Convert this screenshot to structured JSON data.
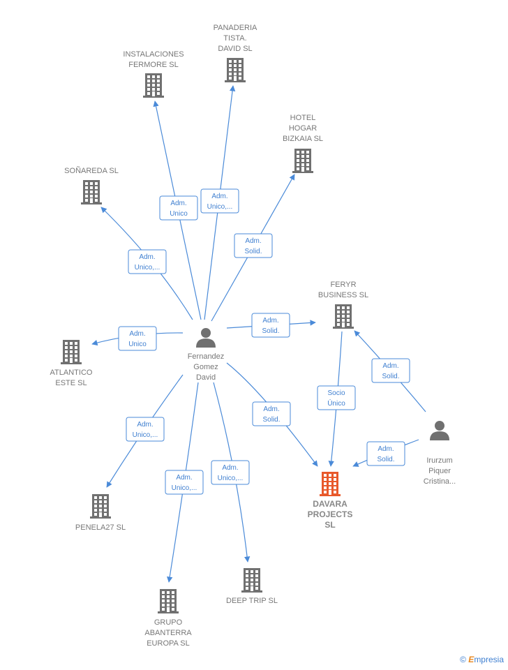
{
  "colors": {
    "edge": "#4a8ad8",
    "building": "#707070",
    "building_highlight": "#e8592b",
    "person": "#707070",
    "text": "#777777"
  },
  "nodes": [
    {
      "id": "fernandez",
      "kind": "person",
      "lines": [
        "Fernandez",
        "Gomez",
        "David"
      ]
    },
    {
      "id": "irurzum",
      "kind": "person",
      "lines": [
        "Irurzum",
        "Piquer",
        "Cristina..."
      ]
    },
    {
      "id": "instalaciones",
      "kind": "company",
      "lines": [
        "INSTALACIONES",
        "FERMORE SL"
      ]
    },
    {
      "id": "panaderia",
      "kind": "company",
      "lines": [
        "PANADERIA",
        "TISTA.",
        "DAVID SL"
      ]
    },
    {
      "id": "hotel",
      "kind": "company",
      "lines": [
        "HOTEL",
        "HOGAR",
        "BIZKAIA SL"
      ]
    },
    {
      "id": "sonareda",
      "kind": "company",
      "lines": [
        "SOÑAREDA  SL"
      ]
    },
    {
      "id": "feryr",
      "kind": "company",
      "lines": [
        "FERYR",
        "BUSINESS  SL"
      ]
    },
    {
      "id": "atlantico",
      "kind": "company",
      "lines": [
        "ATLANTICO",
        "ESTE  SL"
      ]
    },
    {
      "id": "davara",
      "kind": "company",
      "highlight": true,
      "lines": [
        "DAVARA",
        "PROJECTS",
        "SL"
      ]
    },
    {
      "id": "penela",
      "kind": "company",
      "lines": [
        "PENELA27  SL"
      ]
    },
    {
      "id": "deeptrip",
      "kind": "company",
      "lines": [
        "DEEP TRIP  SL"
      ]
    },
    {
      "id": "grupo",
      "kind": "company",
      "lines": [
        "GRUPO",
        "ABANTERRA",
        "EUROPA SL"
      ]
    }
  ],
  "edges": [
    {
      "from": "fernandez",
      "to": "instalaciones",
      "lines": [
        "Adm.",
        "Unico"
      ]
    },
    {
      "from": "fernandez",
      "to": "panaderia",
      "lines": [
        "Adm.",
        "Unico,..."
      ]
    },
    {
      "from": "fernandez",
      "to": "hotel",
      "lines": [
        "Adm.",
        "Solid."
      ]
    },
    {
      "from": "fernandez",
      "to": "sonareda",
      "lines": [
        "Adm.",
        "Unico,..."
      ]
    },
    {
      "from": "fernandez",
      "to": "feryr",
      "lines": [
        "Adm.",
        "Solid."
      ]
    },
    {
      "from": "fernandez",
      "to": "atlantico",
      "lines": [
        "Adm.",
        "Unico"
      ]
    },
    {
      "from": "fernandez",
      "to": "davara",
      "lines": [
        "Adm.",
        "Solid."
      ]
    },
    {
      "from": "fernandez",
      "to": "penela",
      "lines": [
        "Adm.",
        "Unico,..."
      ]
    },
    {
      "from": "fernandez",
      "to": "grupo",
      "lines": [
        "Adm.",
        "Unico,..."
      ]
    },
    {
      "from": "fernandez",
      "to": "deeptrip",
      "lines": [
        "Adm.",
        "Unico,..."
      ]
    },
    {
      "from": "feryr",
      "to": "davara",
      "lines": [
        "Socio",
        "Único"
      ]
    },
    {
      "from": "irurzum",
      "to": "feryr",
      "lines": [
        "Adm.",
        "Solid."
      ]
    },
    {
      "from": "irurzum",
      "to": "davara",
      "lines": [
        "Adm.",
        "Solid."
      ]
    }
  ],
  "brand": {
    "symbol": "©",
    "initial": "E",
    "rest": "mpresia"
  }
}
